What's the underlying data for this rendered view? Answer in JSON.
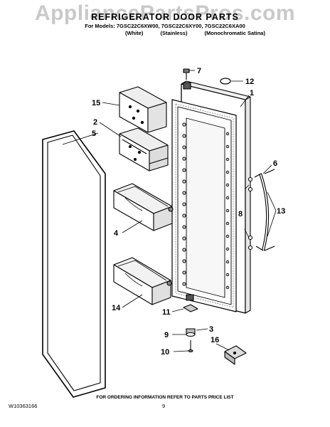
{
  "watermark": "AppliancePartsPros.com",
  "header": {
    "title": "REFRIGERATOR DOOR PARTS",
    "models": "For Models: 7GSC22C6XW00, 7GSC22C6XY00, 7GSC22C6XA00",
    "finishes": [
      "(White)",
      "(Stainless)",
      "(Monochromatic Satina)"
    ]
  },
  "callouts": [
    "7",
    "12",
    "1",
    "15",
    "2",
    "5",
    "6",
    "8",
    "13",
    "4",
    "14",
    "11",
    "3",
    "9",
    "16",
    "10"
  ],
  "footer": {
    "ordering_note": "FOR ORDERING INFORMATION REFER TO PARTS PRICE LIST",
    "doc_number": "W10363166",
    "page_number": "9"
  }
}
